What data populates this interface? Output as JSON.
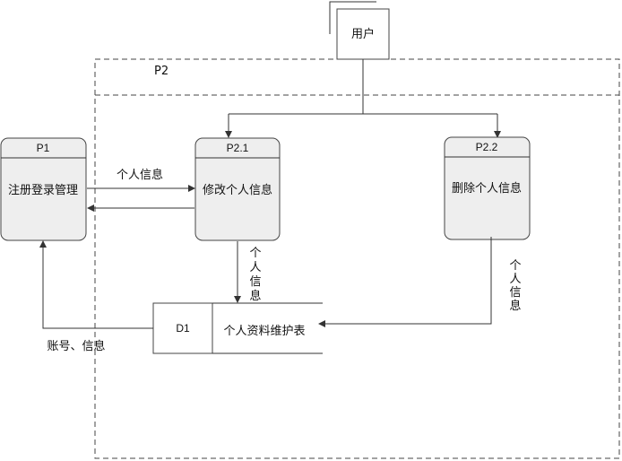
{
  "entity": {
    "label": "用户"
  },
  "boundary": {
    "label": "P2"
  },
  "processes": {
    "p1": {
      "id": "P1",
      "name": "注册登录管理"
    },
    "p21": {
      "id": "P2.1",
      "name": "修改个人信息"
    },
    "p22": {
      "id": "P2.2",
      "name": "删除个人信息"
    }
  },
  "datastore": {
    "id": "D1",
    "name": "个人资料维护表"
  },
  "flows": {
    "p1_to_p21": "个人信息",
    "p21_to_d1": [
      "个",
      "人",
      "信",
      "息"
    ],
    "p22_to_d1": [
      "个",
      "人",
      "信",
      "息"
    ],
    "d1_to_p1": "账号、信息"
  }
}
